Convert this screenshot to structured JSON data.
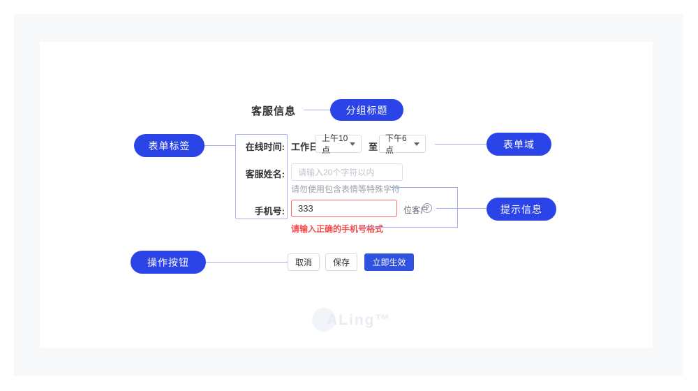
{
  "form": {
    "section_title": "客服信息",
    "rows": {
      "online_time": {
        "label": "在线时间:",
        "prefix": "工作日",
        "select_start": "上午10点",
        "connector": "至",
        "select_end": "下午6点"
      },
      "service_name": {
        "label": "客服姓名:",
        "placeholder": "请输入20个字符以内",
        "hint": "请勿使用包含表情等特殊字符"
      },
      "phone": {
        "label": "手机号:",
        "value": "333",
        "suffix": "位客户",
        "error": "请输入正确的手机号格式"
      }
    },
    "buttons": {
      "cancel": "取消",
      "save": "保存",
      "apply": "立即生效"
    }
  },
  "annotations": {
    "group_title": "分组标题",
    "form_label": "表单标签",
    "form_field": "表单域",
    "hint_info": "提示信息",
    "action_buttons": "操作按钮"
  },
  "icons": {
    "help": "?"
  },
  "watermark": "ALing™",
  "colors": {
    "annotation_pill": "#2b44e8",
    "primary_button": "#2f53e0",
    "connector_line": "#a3aeef",
    "error": "#f24c4c",
    "error_border": "#f56c6c",
    "panel_background": "#f7f8fa"
  }
}
